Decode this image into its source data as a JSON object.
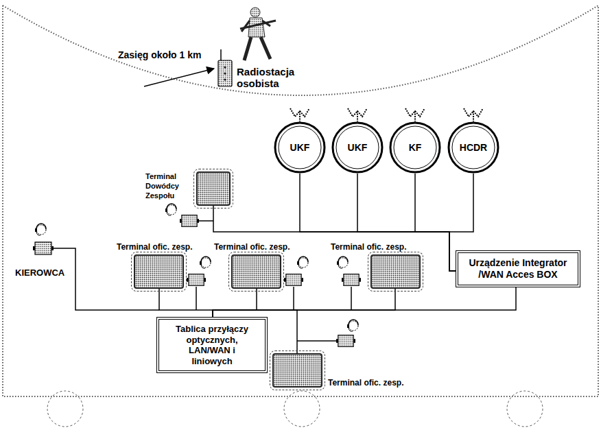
{
  "diagram": {
    "nodes": [
      {
        "text": [
          "Terminal Dowódcy Zespołu"
        ]
      },
      {
        "text": [
          "UKF"
        ]
      },
      {
        "text": [
          "UKF"
        ]
      },
      {
        "text": [
          "KF"
        ]
      },
      {
        "text": [
          "HCDR"
        ]
      },
      {
        "text": [
          "Terminal ofic. zesp."
        ]
      },
      {
        "text": [
          "Terminal ofic. zesp."
        ]
      },
      {
        "text": [
          "Terminal ofic. zesp."
        ]
      },
      {
        "text": [
          "Urządzenie Integrator /WAN Acces BOX"
        ]
      },
      {
        "text": [
          "Tablica przyłączy optycznych, LAN/WAN i liniowych"
        ]
      },
      {
        "text": [
          "Terminal ofic. zesp."
        ]
      }
    ],
    "edges": [
      {
        "from": 1,
        "to": 8,
        "arrow": "none"
      },
      {
        "from": 2,
        "to": 8,
        "arrow": "none"
      },
      {
        "from": 3,
        "to": 8,
        "arrow": "none"
      },
      {
        "from": 4,
        "to": 8,
        "arrow": "none"
      },
      {
        "from": 0,
        "to": 8,
        "arrow": "none"
      },
      {
        "from": 5,
        "to": 9,
        "arrow": "none"
      },
      {
        "from": 6,
        "to": 9,
        "arrow": "none"
      },
      {
        "from": 7,
        "to": 9,
        "arrow": "none"
      },
      {
        "from": 8,
        "to": 9,
        "arrow": "none"
      },
      {
        "from": 10,
        "to": 9,
        "arrow": "none"
      }
    ],
    "labels": [
      "Zasięg około 1 km",
      "Radiostacja osobista",
      "KIEROWCA"
    ]
  }
}
